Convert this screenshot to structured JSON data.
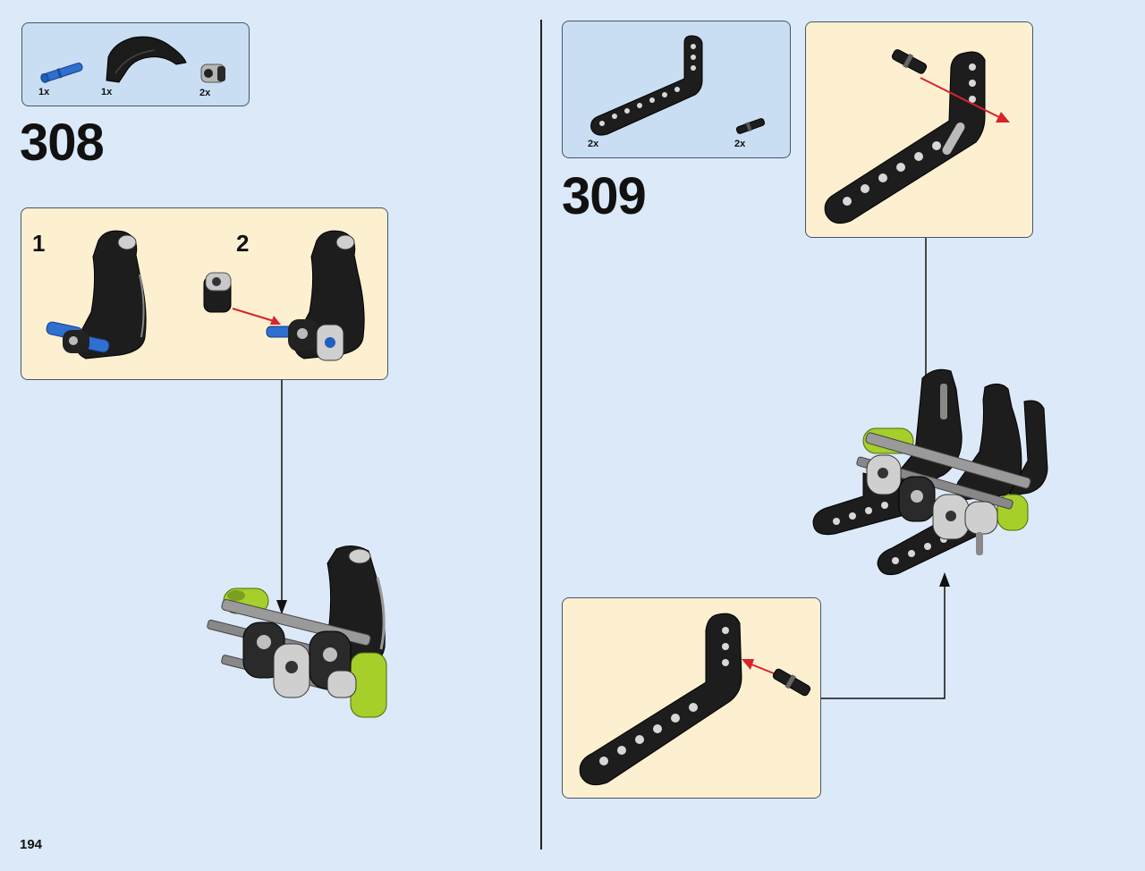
{
  "page": {
    "number": "194"
  },
  "colors": {
    "background": "#dce9f8",
    "parts_panel": "#c9def2",
    "subassembly_panel": "#fdf0d0",
    "arrow": "#d8232a",
    "lime": "#a6cf2a",
    "blue": "#1f5fbf"
  },
  "step_308": {
    "number": "308",
    "parts": [
      {
        "icon": "blue-axle-pin-icon",
        "qty": "1x"
      },
      {
        "icon": "black-panel-icon",
        "qty": "1x"
      },
      {
        "icon": "gray-connector-icon",
        "qty": "2x"
      }
    ],
    "substeps": [
      "1",
      "2"
    ]
  },
  "step_309": {
    "number": "309",
    "parts": [
      {
        "icon": "bent-beam-icon",
        "qty": "2x"
      },
      {
        "icon": "black-pin-icon",
        "qty": "2x"
      }
    ]
  }
}
